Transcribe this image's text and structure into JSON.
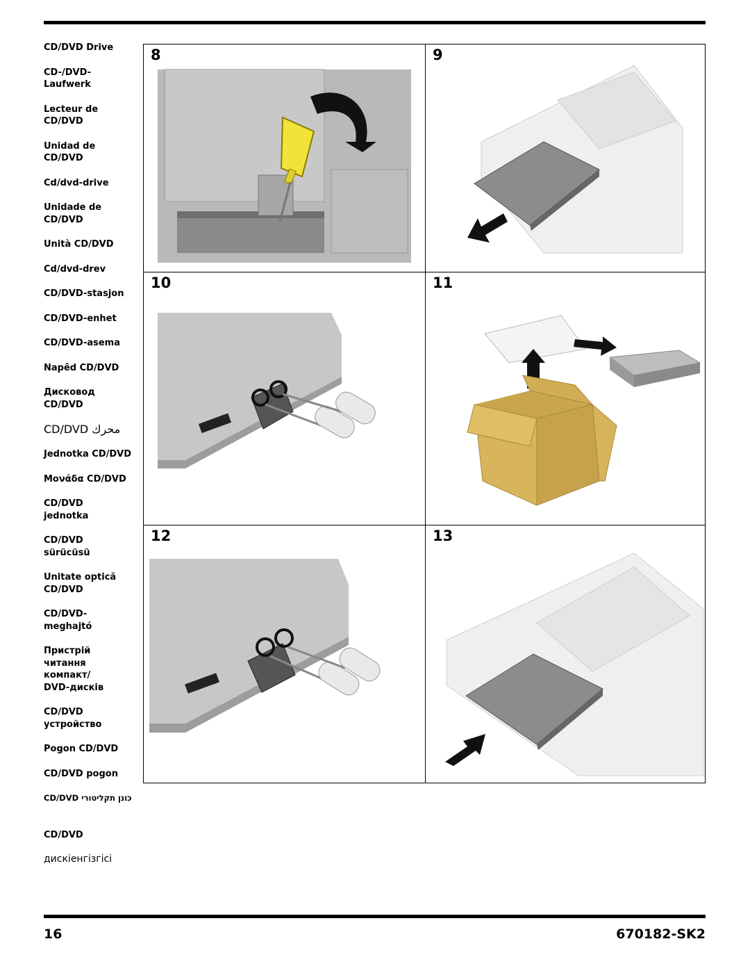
{
  "sidebar": {
    "items": [
      "CD/DVD Drive",
      "CD-/DVD-\nLaufwerk",
      "Lecteur de\nCD/DVD",
      "Unidad de\nCD/DVD",
      "Cd/dvd-drive",
      "Unidade de\nCD/DVD",
      "Unità CD/DVD",
      "Cd/dvd-drev",
      "CD/DVD-stasjon",
      "CD/DVD-enhet",
      "CD/DVD-asema",
      "Napêd CD/DVD",
      "Дисковод\nCD/DVD",
      "CD/DVD محرك",
      "Jednotka CD/DVD",
      "Μονάδα CD/DVD",
      "CD/DVD\njednotka",
      "CD/DVD\nsürücüsü",
      "Unitate optică\nCD/DVD",
      "CD/DVD-\nmeghajtó",
      "Пристрій\nчитання\nкомпакт/\nDVD-дисків",
      "CD/DVD\nустройство",
      "Pogon CD/DVD",
      "CD/DVD pogon",
      "CD/DVD כונן תקליטורי",
      "CD/DVD",
      "дискіенгізгісі"
    ]
  },
  "steps": [
    "8",
    "9",
    "10",
    "11",
    "12",
    "13"
  ],
  "footer": {
    "page_number": "16",
    "doc_code": "670182-SK2"
  },
  "colors": {
    "box": "#d8b45c",
    "screwdriver": "#f2e23a",
    "drive": "#8c8c8c",
    "arrow": "#000000"
  },
  "icons": [
    "screwdriver-icon",
    "arrow-icon",
    "box-icon",
    "anti-static-bag-icon",
    "optical-drive-icon"
  ]
}
